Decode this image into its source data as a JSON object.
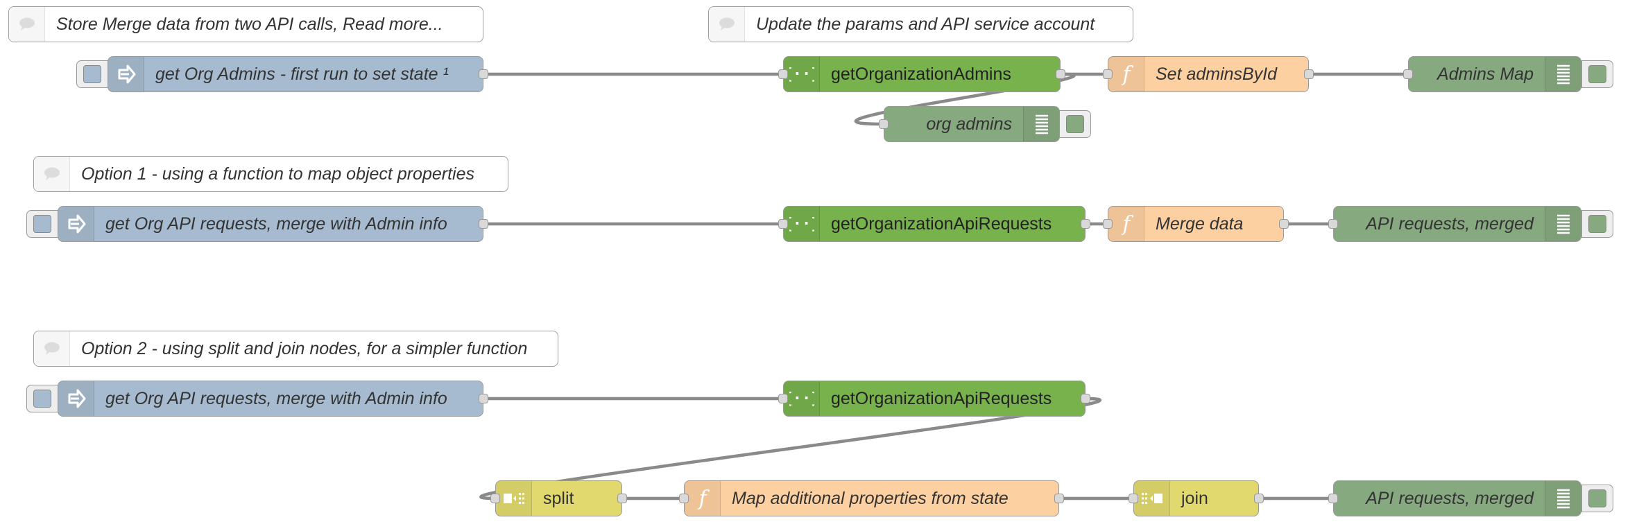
{
  "comments": {
    "c1": "Store Merge data from two API calls, Read more...",
    "c2": "Update the params and API service account",
    "c3": "Option 1 - using a function to map object properties",
    "c4": "Option 2 - using split and join nodes, for a simpler function"
  },
  "flow1": {
    "inject": "get Org Admins - first run to set state ¹",
    "http": "getOrganizationAdmins",
    "function": "Set adminsById",
    "debug_main": "Admins Map",
    "debug_secondary": "org admins"
  },
  "flow2": {
    "inject": "get Org API requests, merge with Admin info",
    "http": "getOrganizationApiRequests",
    "function": "Merge data",
    "debug": "API requests, merged"
  },
  "flow3": {
    "inject": "get Org API requests, merge with Admin info",
    "http": "getOrganizationApiRequests",
    "split": "split",
    "function": "Map additional properties from state",
    "join": "join",
    "debug": "API requests, merged"
  },
  "colors": {
    "inject": "#a6bbcf",
    "http": "#77b24d",
    "function": "#fdd0a2",
    "debug": "#87a980",
    "split_join": "#e2d96e",
    "wire": "#8a8a8a"
  },
  "icons": {
    "comment": "speech-bubble-icon",
    "inject": "inject-arrow-icon",
    "http": "braces-icon",
    "function": "function-f-icon",
    "debug": "debug-list-icon",
    "split": "split-icon",
    "join": "join-icon"
  }
}
